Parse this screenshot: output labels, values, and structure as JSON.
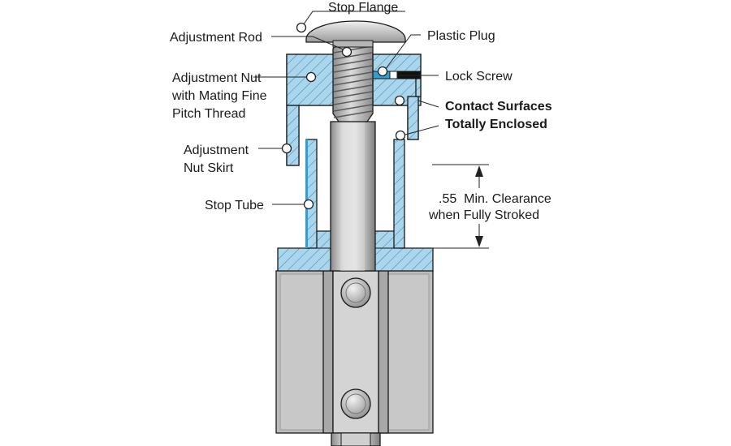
{
  "colors": {
    "section_fill": "#a9d6ec",
    "section_dark": "#2f9fd3",
    "metal_light": "#d8d8d8",
    "metal_mid": "#b9b9b9",
    "metal_dark": "#8f8f8f",
    "outline": "#1a1a1a"
  },
  "labels": {
    "stop_flange": "Stop Flange",
    "adjustment_rod": "Adjustment Rod",
    "plastic_plug": "Plastic Plug",
    "lock_screw": "Lock Screw",
    "adjustment_nut": [
      "Adjustment Nut",
      "with Mating Fine",
      "Pitch Thread"
    ],
    "contact_surfaces": [
      "Contact Surfaces",
      "Totally Enclosed"
    ],
    "adjustment_nut_skirt": [
      "Adjustment",
      "Nut Skirt"
    ],
    "stop_tube": "Stop Tube",
    "clearance": [
      ".55  Min. Clearance",
      "when Fully Stroked"
    ]
  },
  "icons": [
    "callout-dot-icon",
    "dimension-arrow-icon"
  ]
}
